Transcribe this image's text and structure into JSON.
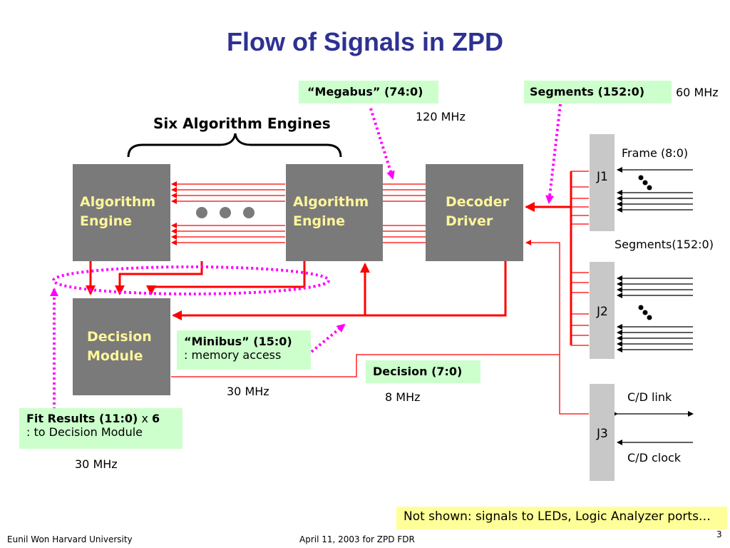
{
  "title": "Flow of Signals in ZPD",
  "engines_group_label": "Six Algorithm Engines",
  "boxes": {
    "algorithm_engine_1": [
      "Algorithm",
      "Engine"
    ],
    "algorithm_engine_2": [
      "Algorithm",
      "Engine"
    ],
    "decoder_driver": [
      "Decoder",
      "Driver"
    ],
    "decision_module": [
      "Decision",
      "Module"
    ]
  },
  "connectors": {
    "j1": "J1",
    "j2": "J2",
    "j3": "J3"
  },
  "callouts": {
    "megabus": "“Megabus” (74:0)",
    "segments_bus": "Segments (152:0)",
    "minibus_title": "“Minibus” (15:0)",
    "minibus_sub": ": memory access",
    "decision_bus": "Decision (7:0)",
    "fit_results_main": "Fit Results (11:0)",
    "fit_results_x": "x",
    "fit_results_count": "6",
    "fit_results_sub": ": to Decision Module"
  },
  "frequencies": {
    "megabus": "120 MHz",
    "segments": "60 MHz",
    "minibus": "30 MHz",
    "decision": "8 MHz",
    "fit_results": "30 MHz"
  },
  "signal_labels": {
    "frame": "Frame (8:0)",
    "segments": "Segments(152:0)",
    "cd_link": "C/D link",
    "cd_clock": "C/D clock"
  },
  "note": "Not shown: signals to LEDs, Logic Analyzer ports…",
  "footer": {
    "author": "Eunil Won  Harvard University",
    "date": "April 11, 2003 for ZPD FDR",
    "page": "3"
  },
  "colors": {
    "title": "#2e3192",
    "box_fill": "#7a7a7a",
    "box_text": "#fff69a",
    "connector_fill": "#c8c8c8",
    "signal_red": "#ff0000",
    "magenta": "#ff00ff",
    "callout_green": "#ccffcc",
    "note_yellow": "#ffff99"
  }
}
